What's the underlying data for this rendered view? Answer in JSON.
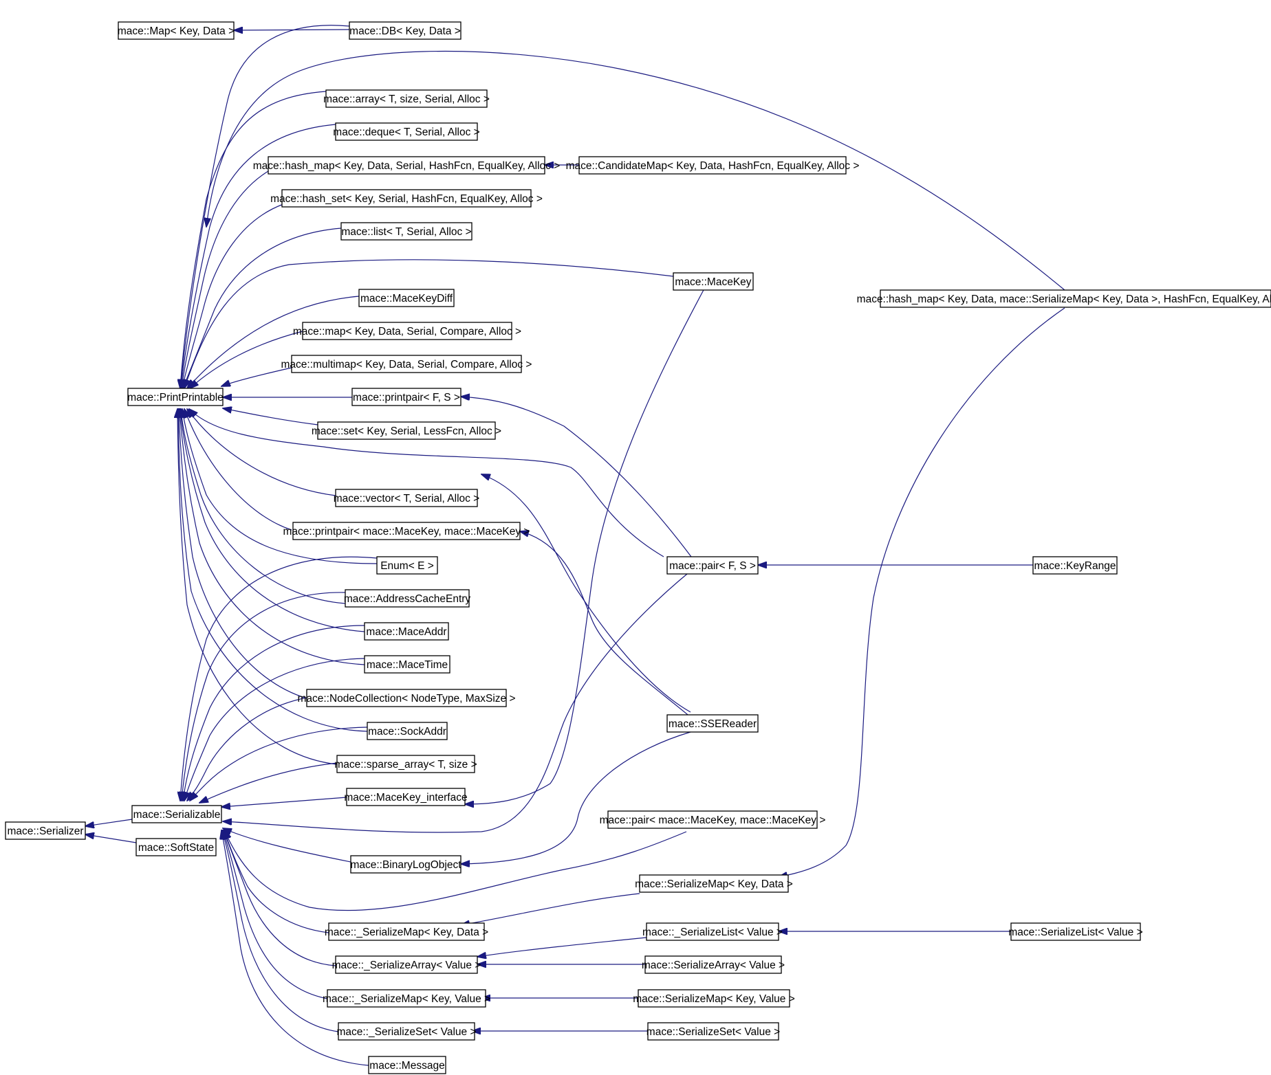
{
  "diagram": {
    "type": "class inheritance graph",
    "colors": {
      "edge": "#1a1a80",
      "node_border": "#000000",
      "node_fill": "#ffffff",
      "text": "#000000",
      "background": "#ffffff"
    },
    "nodes": {
      "map": "mace::Map< Key, Data >",
      "db": "mace::DB< Key, Data >",
      "array": "mace::array< T, size, Serial, Alloc >",
      "deque": "mace::deque< T, Serial, Alloc >",
      "hashmap": "mace::hash_map< Key, Data, Serial, HashFcn, EqualKey, Alloc >",
      "candidatemap": "mace::CandidateMap< Key, Data, HashFcn, EqualKey, Alloc >",
      "hashset": "mace::hash_set< Key, Serial, HashFcn, EqualKey, Alloc >",
      "list": "mace::list< T, Serial, Alloc >",
      "macekey": "mace::MaceKey",
      "hashmap2": "mace::hash_map< Key, Data, mace::SerializeMap< Key, Data >, HashFcn, EqualKey, Alloc >",
      "macekeydiff": "mace::MaceKeyDiff",
      "mapc": "mace::map< Key, Data, Serial, Compare, Alloc >",
      "multimap": "mace::multimap< Key, Data, Serial, Compare, Alloc >",
      "printprintable": "mace::PrintPrintable",
      "printpair": "mace::printpair< F, S >",
      "set": "mace::set< Key, Serial, LessFcn, Alloc >",
      "vector": "mace::vector< T, Serial, Alloc >",
      "printpair_mk": "mace::printpair< mace::MaceKey, mace::MaceKey >",
      "pair": "mace::pair< F, S >",
      "keyrange": "mace::KeyRange",
      "enum": "Enum< E >",
      "addresscache": "mace::AddressCacheEntry",
      "maceaddr": "mace::MaceAddr",
      "macetime": "mace::MaceTime",
      "nodecollection": "mace::NodeCollection< NodeType, MaxSize >",
      "sockaddr": "mace::SockAddr",
      "ssereader": "mace::SSEReader",
      "sparsearray": "mace::sparse_array< T, size >",
      "macekeyiface": "mace::MaceKey_interface",
      "serializable": "mace::Serializable",
      "serializer": "mace::Serializer",
      "pair_mk": "mace::pair< mace::MaceKey, mace::MaceKey >",
      "softstate": "mace::SoftState",
      "binarylog": "mace::BinaryLogObject",
      "serializemapkd": "mace::SerializeMap< Key, Data >",
      "_serializemapkd": "mace::_SerializeMap< Key, Data >",
      "_serializelist": "mace::_SerializeList< Value >",
      "serializelist": "mace::SerializeList< Value >",
      "_serializearray": "mace::_SerializeArray< Value >",
      "serializearray": "mace::SerializeArray< Value >",
      "_serializemapkv": "mace::_SerializeMap< Key, Value >",
      "serializemapkv": "mace::SerializeMap< Key, Value >",
      "_serializeset": "mace::_SerializeSet< Value >",
      "serializeset": "mace::SerializeSet< Value >",
      "message": "mace::Message"
    }
  }
}
